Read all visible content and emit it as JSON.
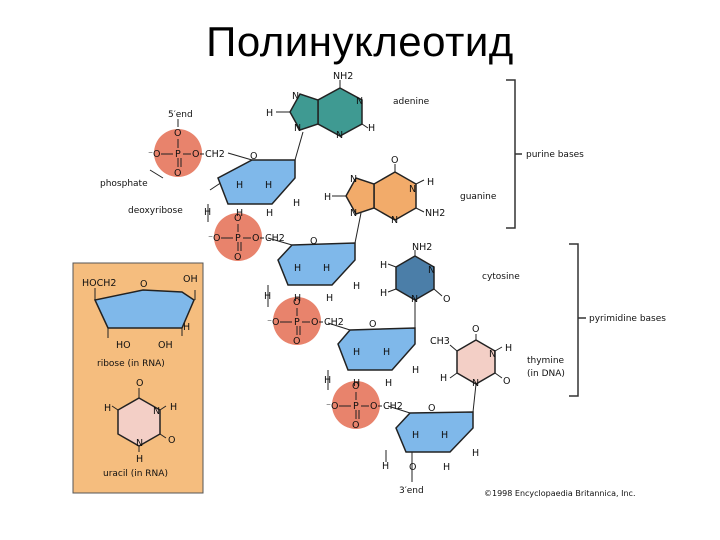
{
  "title": "Полинуклеотид",
  "labels": {
    "five_end": "5′end",
    "three_end": "3′end",
    "phosphate": "phosphate",
    "deoxyribose": "deoxyribose",
    "adenine": "adenine",
    "guanine": "guanine",
    "cytosine": "cytosine",
    "thymine": "thymine",
    "thymine_sub": "(in DNA)",
    "purine_bases": "purine bases",
    "pyrimidine_bases": "pyrimidine bases",
    "ribose": "ribose (in RNA)",
    "uracil": "uracil (in RNA)",
    "copyright": "©1998 Encyclopaedia Britannica, Inc."
  },
  "atoms": {
    "O": "O",
    "P": "P",
    "N": "N",
    "H": "H",
    "minus_O": "⁻O",
    "CH2": "CH2",
    "NH2": "NH2",
    "HOCH2": "HOCH2",
    "OH": "OH",
    "HO": "HO",
    "CH3": "CH3"
  },
  "colors": {
    "phosphate": "#e8836c",
    "sugar": "#7fb8ea",
    "adenine": "#3f9a92",
    "guanine": "#f2ab6a",
    "cytosine": "#4b7ea8",
    "thymine": "#f3cfc6",
    "uracil": "#f3cfc6",
    "rna_panel": "#f5bd7e"
  }
}
